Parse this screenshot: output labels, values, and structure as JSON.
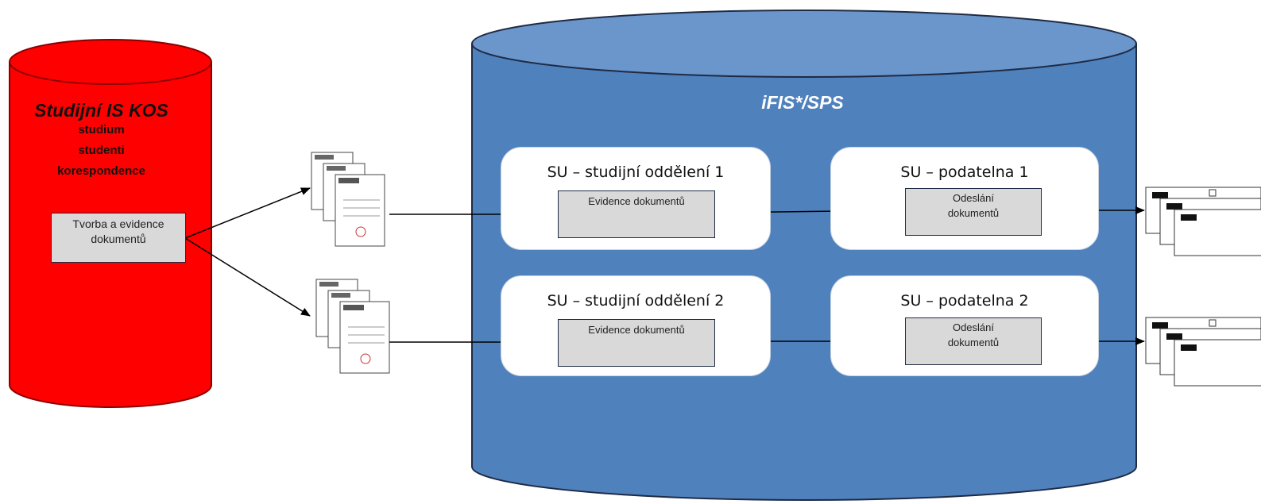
{
  "kos": {
    "title": "Studijní IS KOS",
    "lines": [
      "studium",
      "studenti",
      "korespondence"
    ],
    "process_label": "Tvorba a evidence dokumentů",
    "fill_color": "#ff0000",
    "stroke_color": "#8b0000"
  },
  "ifis": {
    "title": "iFIS*/SPS",
    "fill_color": "#4f81bd",
    "stroke_color": "#1f2a44",
    "top_color": "#6a96cc"
  },
  "units": [
    {
      "title": "SU – studijní oddělení 1",
      "box_label": "Evidence dokumentů"
    },
    {
      "title": "SU – podatelna 1",
      "box_label": "Odeslání dokumentů"
    },
    {
      "title": "SU – studijní oddělení 2",
      "box_label": "Evidence dokumentů"
    },
    {
      "title": "SU – podatelna 2",
      "box_label": "Odeslání dokumentů"
    }
  ],
  "icons": {
    "document_stack": "document-stack-icon",
    "envelope_stack": "envelope-stack-icon"
  }
}
